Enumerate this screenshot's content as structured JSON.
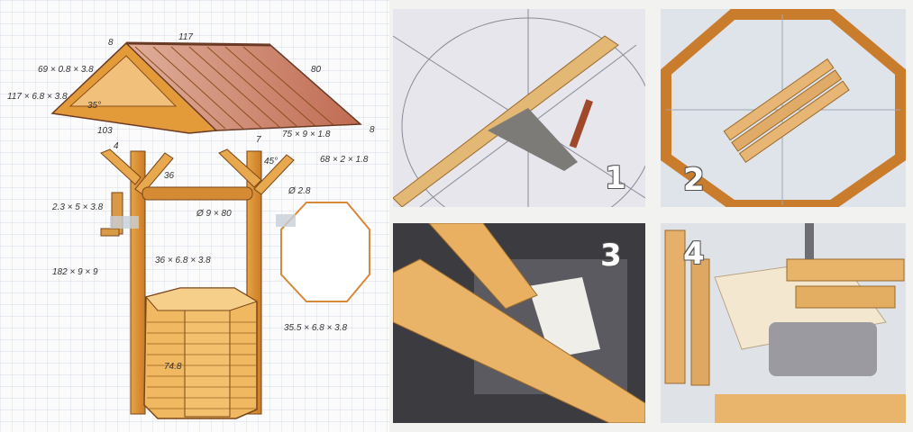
{
  "drawing": {
    "dimensions": {
      "top_width": "117",
      "roof_overhang": "8",
      "roof_depth": "80",
      "gable_trim": "69 × 0.8 × 3.8",
      "ridge_beam": "117 × 6.8 × 3.8",
      "gable_angle": "35°",
      "roof_bottom": "103",
      "roof_boards": "75 × 9 × 1.8",
      "roof_edge_right": "8",
      "roof_strip": "68 × 2 × 1.8",
      "post_offset_left": "4",
      "post_offset_right": "7",
      "brace_angle": "45°",
      "brace_len": "36",
      "handle": "2.3 × 5 × 3.8",
      "axle_diameter": "Ø 2.8",
      "axle_len": "Ø 9 × 80",
      "post": "182 × 9 × 9",
      "top_ring": "36 × 6.8 × 3.8",
      "staves": "35.5 × 6.8 × 3.8",
      "body_height": "74.8"
    }
  },
  "steps": [
    {
      "label": "1"
    },
    {
      "label": "2"
    },
    {
      "label": "3"
    },
    {
      "label": "4"
    }
  ]
}
